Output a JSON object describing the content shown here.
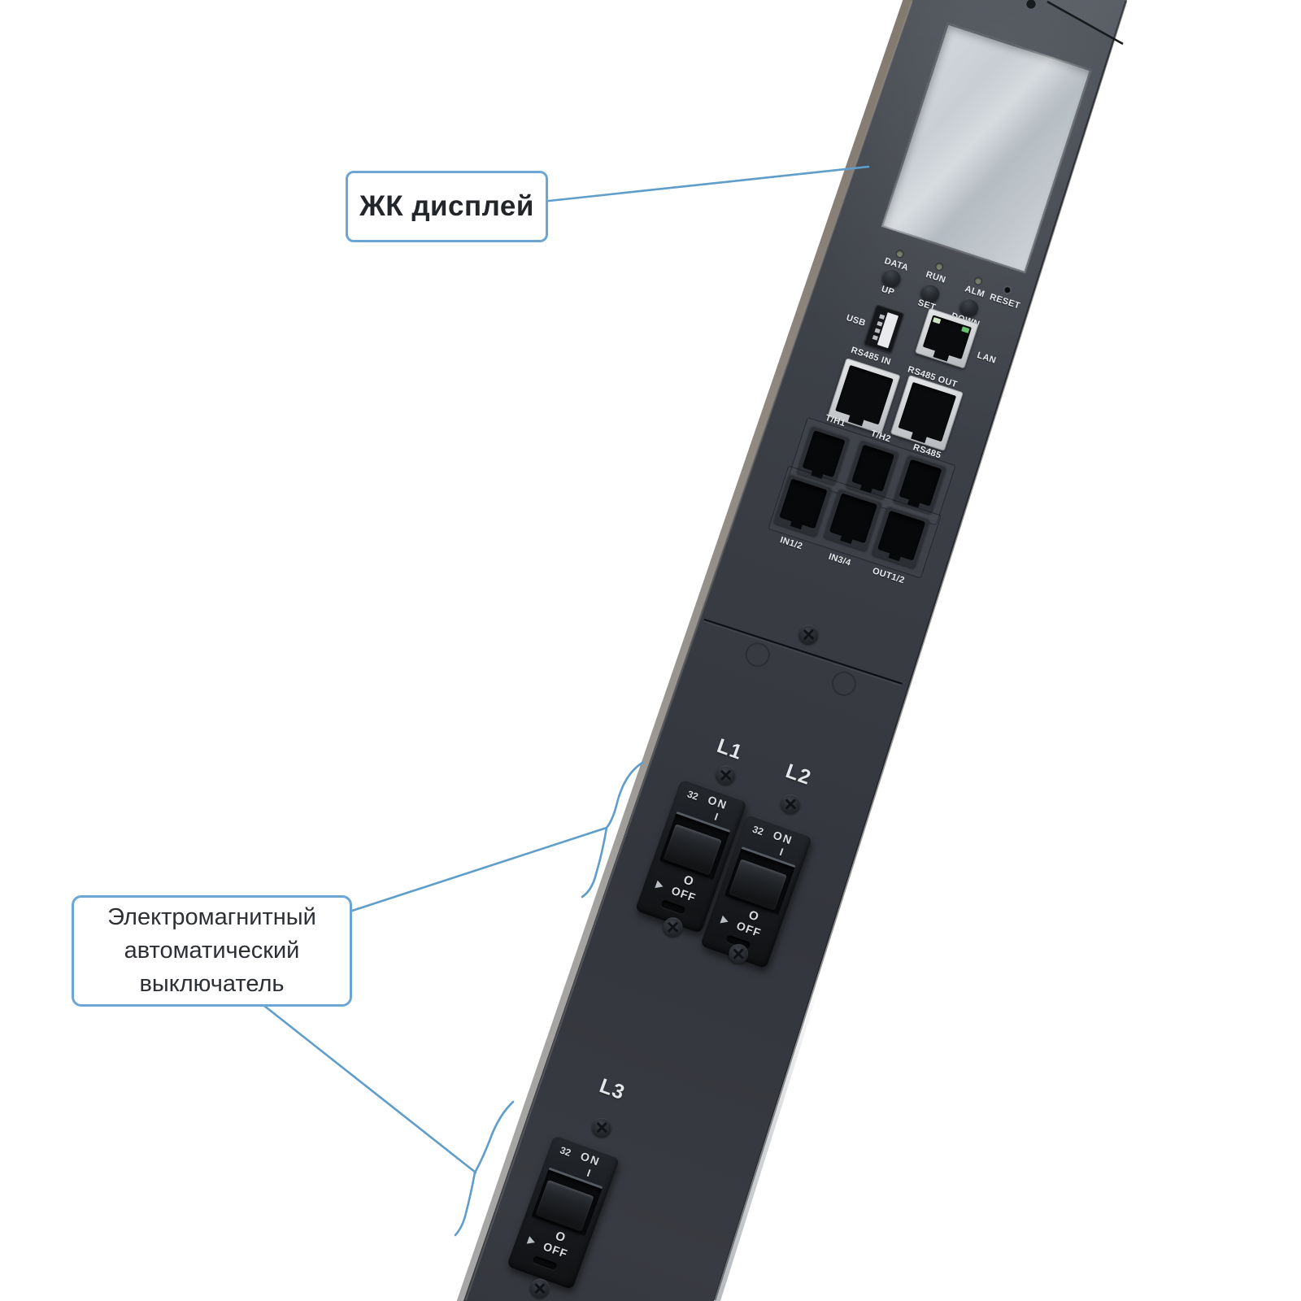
{
  "callouts": {
    "lcd_label": "ЖК дисплей",
    "breaker_label_lines": [
      "Электромагнитный",
      "автоматический",
      "выключатель"
    ]
  },
  "panel": {
    "led_labels": [
      "DATA",
      "RUN",
      "ALM"
    ],
    "reset_label": "RESET",
    "button_labels": [
      "UP",
      "SET",
      "DOWN"
    ],
    "usb_label": "USB",
    "lan_label": "LAN",
    "rs485_in_label": "RS485 IN",
    "rs485_out_label": "RS485 OUT",
    "sensor_port_labels": [
      "T/H1",
      "T/H2",
      "RS485"
    ],
    "io_port_labels": [
      "IN1/2",
      "IN3/4",
      "OUT1/2"
    ]
  },
  "breakers": {
    "phase_labels": [
      "L1",
      "L2",
      "L3"
    ],
    "rating": "32",
    "on_label": "ON",
    "on_symbol": "I",
    "off_symbol": "O",
    "off_label": "OFF"
  },
  "colors": {
    "accent": "#5f9dcb",
    "body_dark": "#383c42",
    "lcd": "#c6ccd2",
    "label_text": "#e9ebee",
    "callout_text": "#2c3035",
    "led_green": "#66c26f"
  }
}
